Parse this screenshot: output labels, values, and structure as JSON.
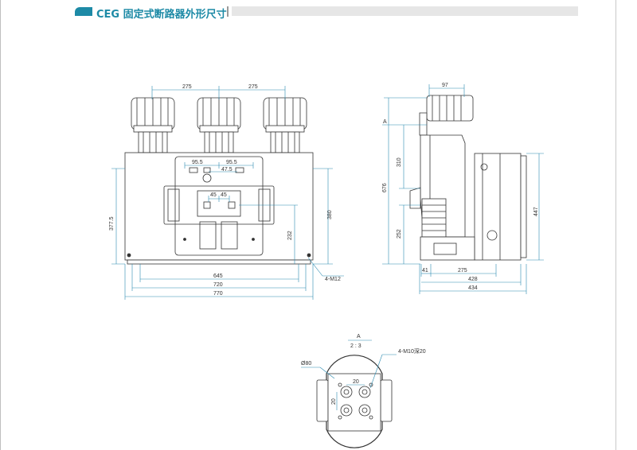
{
  "header": {
    "title": "CEG 固定式断路器外形尺寸",
    "accent_color": "#1d8aa6"
  },
  "front_view": {
    "dim_pitch_left": "275",
    "dim_pitch_right": "275",
    "dim_panel_a": "95.5",
    "dim_panel_b": "95.5",
    "dim_panel_c": "47.5",
    "dim_inner_a": "45",
    "dim_inner_b": "45",
    "dim_height_left": "377.5",
    "dim_height_right": "380",
    "dim_height_inner": "232",
    "dim_base_645": "645",
    "dim_base_720": "720",
    "dim_base_770": "770",
    "label_bolt": "4-M12"
  },
  "side_view": {
    "dim_top_97": "97",
    "label_section": "A",
    "dim_310": "310",
    "dim_676": "676",
    "dim_252": "252",
    "dim_447": "447",
    "dim_41": "41",
    "dim_275": "275",
    "dim_428": "428",
    "dim_434": "434"
  },
  "detail_view": {
    "label_view": "A",
    "scale": "2 : 3",
    "label_diameter": "Ø80",
    "label_bolt": "4-M10深20",
    "dim_20_h": "20",
    "dim_20_v": "20"
  }
}
